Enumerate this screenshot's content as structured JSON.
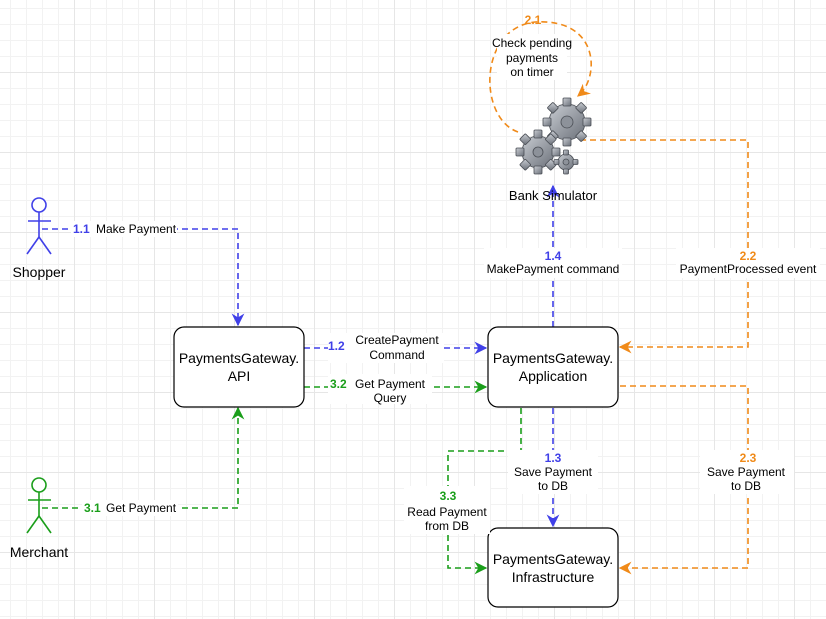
{
  "colors": {
    "blue": "#4040e8",
    "green": "#1a9e1a",
    "orange": "#f08a19"
  },
  "actors": {
    "shopper": "Shopper",
    "merchant": "Merchant"
  },
  "components": {
    "api": {
      "line1": "PaymentsGateway.",
      "line2": "API"
    },
    "application": {
      "line1": "PaymentsGateway.",
      "line2": "Application"
    },
    "infrastructure": {
      "line1": "PaymentsGateway.",
      "line2": "Infrastructure"
    },
    "bank": "Bank Simulator"
  },
  "flows": {
    "f1_1": {
      "num": "1.1",
      "text": "Make Payment"
    },
    "f1_2": {
      "num": "1.2",
      "line1": "CreatePayment",
      "line2": "Command"
    },
    "f1_3": {
      "num": "1.3",
      "line1": "Save Payment",
      "line2": "to DB"
    },
    "f1_4": {
      "num": "1.4",
      "text": "MakePayment command"
    },
    "f2_1": {
      "num": "2.1",
      "line1": "Check pending",
      "line2": "payments",
      "line3": "on timer"
    },
    "f2_2": {
      "num": "2.2",
      "text": "PaymentProcessed event"
    },
    "f2_3": {
      "num": "2.3",
      "line1": "Save Payment",
      "line2": "to DB"
    },
    "f3_1": {
      "num": "3.1",
      "text": "Get Payment"
    },
    "f3_2": {
      "num": "3.2",
      "line1": "Get Payment",
      "line2": "Query"
    },
    "f3_3": {
      "num": "3.3",
      "line1": "Read Payment",
      "line2": "from DB"
    }
  }
}
